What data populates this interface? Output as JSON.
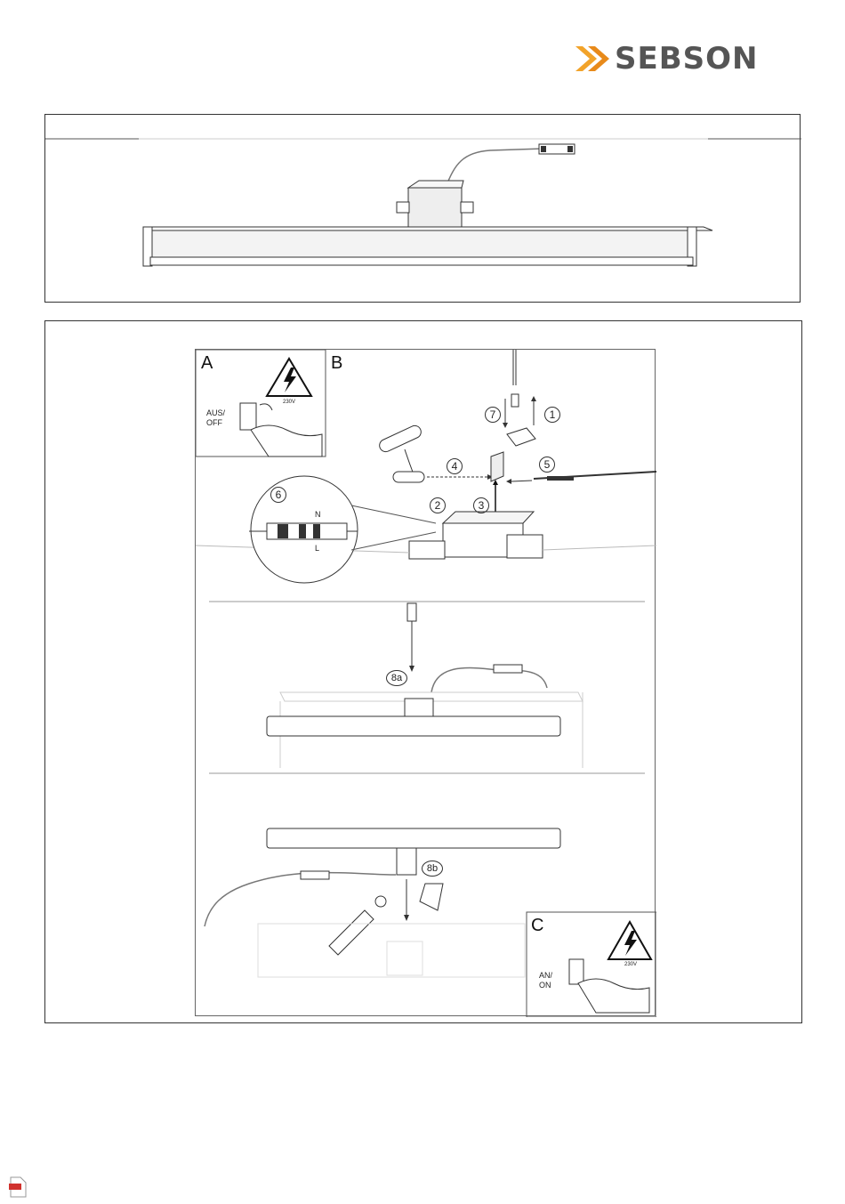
{
  "brand": {
    "name": "SEBSON",
    "accent": "#f2a32a"
  },
  "panels": {
    "a": {
      "label": "A",
      "switch_label": "AUS/\nOFF",
      "warning_voltage": "230V"
    },
    "b": {
      "label": "B",
      "steps": [
        "1",
        "2",
        "3",
        "4",
        "5",
        "6",
        "7"
      ],
      "wire_marks": [
        "N",
        "L"
      ]
    },
    "c": {
      "label": "C",
      "switch_label": "AN/\nON",
      "warning_voltage": "230V"
    }
  },
  "mount_steps": {
    "a": "8a",
    "b": "8b"
  },
  "icons": {
    "warning": "high-voltage-warning-icon",
    "pdf": "pdf-file-icon"
  }
}
